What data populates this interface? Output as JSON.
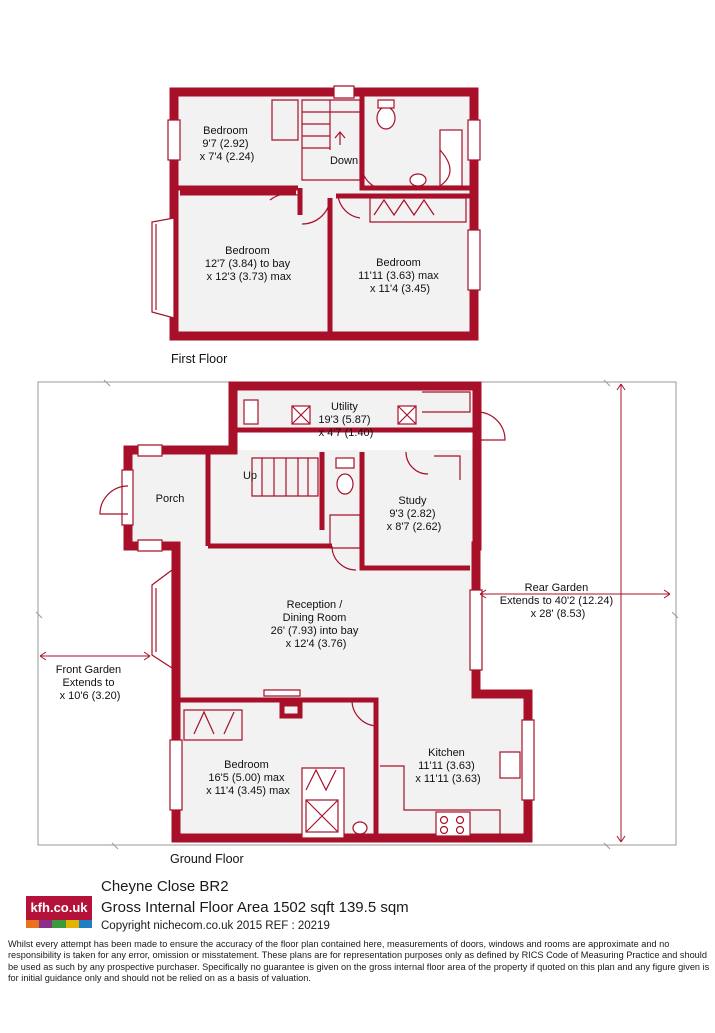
{
  "first_floor": {
    "title": "First Floor",
    "rooms": {
      "bedroom_a": [
        "Bedroom",
        "9'7 (2.92)",
        "x 7'4 (2.24)"
      ],
      "bedroom_b": [
        "Bedroom",
        "12'7 (3.84) to bay",
        "x 12'3 (3.73) max"
      ],
      "bedroom_c": [
        "Bedroom",
        "11'11 (3.63) max",
        "x 11'4 (3.45)"
      ],
      "stairs_label": "Down"
    }
  },
  "ground_floor": {
    "title": "Ground Floor",
    "rooms": {
      "utility": [
        "Utility",
        "19'3 (5.87)",
        "x 4'7 (1.40)"
      ],
      "porch": "Porch",
      "stairs_label": "Up",
      "study": [
        "Study",
        "9'3 (2.82)",
        "x 8'7 (2.62)"
      ],
      "reception": [
        "Reception /",
        "Dining Room",
        "26' (7.93) into bay",
        "x 12'4 (3.76)"
      ],
      "bedroom": [
        "Bedroom",
        "16'5 (5.00) max",
        "x 11'4 (3.45) max"
      ],
      "kitchen": [
        "Kitchen",
        "11'11 (3.63)",
        "x 11'11 (3.63)"
      ],
      "front_garden": [
        "Front Garden",
        "Extends to",
        "x 10'6 (3.20)"
      ],
      "rear_garden": [
        "Rear Garden",
        "Extends to 40'2 (12.24)",
        "x 28' (8.53)"
      ]
    }
  },
  "footer": {
    "logo_text": "kfh.co.uk",
    "logo_colors": [
      "#e8731c",
      "#8a2f8a",
      "#3a9a3a",
      "#e2b400",
      "#1f7fc2"
    ],
    "address": "Cheyne Close  BR2",
    "area": "Gross Internal Floor Area 1502 sqft 139.5 sqm",
    "copyright": "Copyright nichecom.co.uk 2015 REF : 20219",
    "disclaimer": "Whilst every attempt has been made to ensure the accuracy of the floor plan contained here, measurements of doors, windows and rooms are approximate and no responsibility is taken for any error, omission or misstatement.  These plans are for representation purposes only as defined by RICS Code of Measuring Practice and should be used as such by any prospective purchaser.  Specifically no guarantee is given on the gross internal floor area of the property if quoted on this plan and any figure given is for initial guidance only and should not be relied on as a basis of valuation."
  },
  "colors": {
    "wall": "#a8102a",
    "floor": "#f2f2f2",
    "brand": "#b5123a"
  }
}
